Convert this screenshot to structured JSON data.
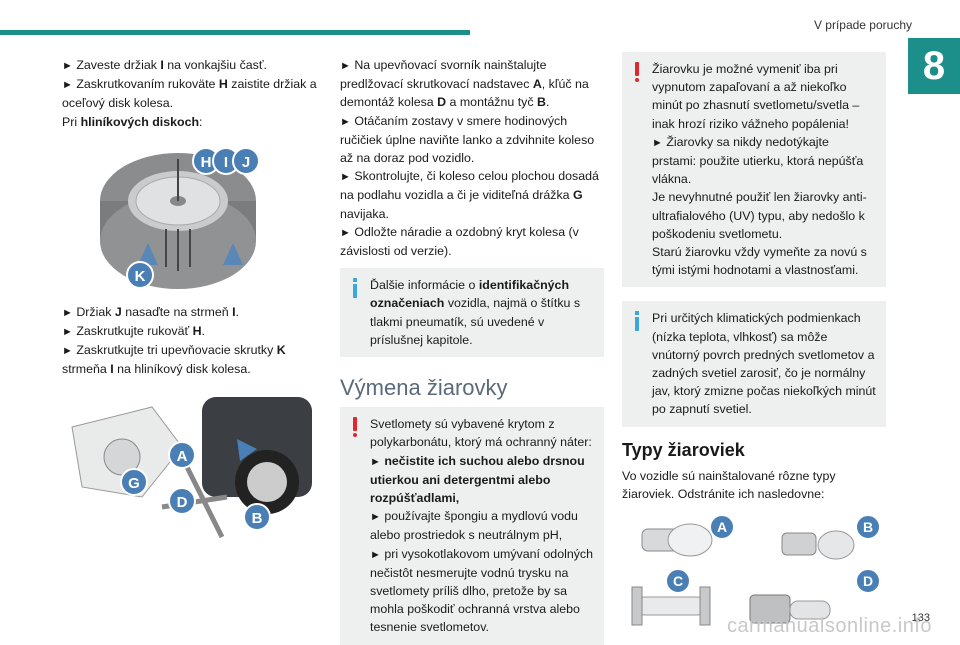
{
  "header": {
    "section_title": "V prípade poruchy",
    "chapter": "8"
  },
  "footer": {
    "page_number": "133",
    "watermark": "carmanualsonline.info"
  },
  "col1": {
    "line1_text": "Zaveste držiak ",
    "line1_key": "I",
    "line1_rest": " na vonkajšiu časť.",
    "line2_text": "Zaskrutkovaním rukoväte ",
    "line2_key": "H",
    "line2_rest": " zaistite držiak a oceľový disk kolesa.",
    "line3_text": "Pri ",
    "line3_bold": "hliníkových diskoch",
    "line3_rest": ":",
    "fig1_labels": [
      "H",
      "I",
      "J",
      "K"
    ],
    "line4_text": "Držiak ",
    "line4_key": "J",
    "line4_mid": " nasaďte na strmeň ",
    "line4_key2": "I",
    "line4_rest": ".",
    "line5_text": "Zaskrutkujte rukoväť ",
    "line5_key": "H",
    "line5_rest": ".",
    "line6_text": "Zaskrutkujte tri upevňovacie skrutky ",
    "line6_key": "K",
    "line6_rest": " strmeňa ",
    "line6_key2": "I",
    "line6_end": " na hliníkový disk kolesa.",
    "fig2_labels": [
      "A",
      "G",
      "D",
      "B"
    ]
  },
  "col2": {
    "p1_text": "Na upevňovací svorník nainštalujte predlžovací skrutkovací nadstavec ",
    "p1_a": "A",
    "p1_mid": ", kľúč na demontáž kolesa ",
    "p1_d": "D",
    "p1_mid2": " a montážnu tyč ",
    "p1_b": "B",
    "p1_end": ".",
    "p2": "Otáčaním zostavy v smere hodinových ručičiek úplne naviňte lanko a zdvihnite koleso až na doraz pod vozidlo.",
    "p3_text": "Skontrolujte, či koleso celou plochou dosadá na podlahu vozidla a či je viditeľná drážka ",
    "p3_g": "G",
    "p3_end": " navijaka.",
    "p4": "Odložte náradie a ozdobný kryt kolesa (v závislosti od verzie).",
    "info_text": "Ďalšie informácie o ",
    "info_bold": "identifikačných označeniach",
    "info_rest": " vozidla, najmä o štítku s tlakmi pneumatík, sú uvedené v príslušnej kapitole.",
    "section_heading": "Výmena žiarovky",
    "warn_p1": "Svetlomety sú vybavené krytom z polykarbonátu, ktorý má ochranný náter:",
    "warn_b1": "nečistite ich suchou alebo drsnou utierkou ani detergentmi alebo rozpúšťadlami,",
    "warn_p2": "používajte špongiu a mydlovú vodu alebo prostriedok s neutrálnym pH,",
    "warn_p3": "pri vysokotlakovom umývaní odolných nečistôt nesmerujte vodnú trysku na svetlomety príliš dlho, pretože by sa mohla poškodiť ochranná vrstva alebo tesnenie svetlometov."
  },
  "col3": {
    "warn_text": "Žiarovku je možné vymeniť iba pri vypnutom zapaľovaní a až niekoľko minút po zhasnutí svetlometu/svetla – inak hrozí riziko vážneho popálenia!",
    "warn_p2": "Žiarovky sa nikdy nedotýkajte prstami: použite utierku, ktorá nepúšťa vlákna.",
    "warn_p3": "Je nevyhnutné použiť len žiarovky anti-ultrafialového (UV) typu, aby nedošlo k poškodeniu svetlometu.",
    "warn_p4": "Starú žiarovku vždy vymeňte za novú s tými istými hodnotami a vlastnosťami.",
    "info_text": "Pri určitých klimatických podmienkach (nízka teplota, vlhkosť) sa môže vnútorný povrch predných svetlometov a zadných svetiel zarosiť, čo je normálny jav, ktorý zmizne počas niekoľkých minút po zapnutí svetiel.",
    "sub_heading": "Typy žiaroviek",
    "intro": "Vo vozidle sú nainštalované rôzne typy žiaroviek. Odstránite ich nasledovne:",
    "bulb_labels": [
      "A",
      "B",
      "C",
      "D"
    ]
  },
  "colors": {
    "accent": "#1d8f8a",
    "warning": "#e3252d",
    "info": "#3aa8d8",
    "label_blue": "#4a7fb5"
  }
}
